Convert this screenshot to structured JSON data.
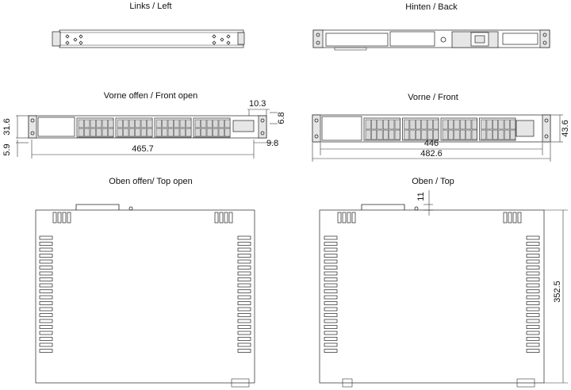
{
  "views": {
    "left": {
      "title": "Links / Left"
    },
    "back": {
      "title": "Hinten / Back"
    },
    "front_open": {
      "title": "Vorne offen / Front open"
    },
    "front": {
      "title": "Vorne / Front"
    },
    "top_open": {
      "title": "Oben offen/ Top open"
    },
    "top": {
      "title": "Oben / Top"
    }
  },
  "dimensions": {
    "front_open": {
      "d1": "10.3",
      "d2": "31.6",
      "d3": "6.8",
      "d4": "5.9",
      "d5": "9.8",
      "d6": "465.7"
    },
    "front": {
      "d1": "43.6",
      "d2": "446",
      "d3": "482.6"
    },
    "top": {
      "d1": "11",
      "d2": "352.5"
    }
  }
}
